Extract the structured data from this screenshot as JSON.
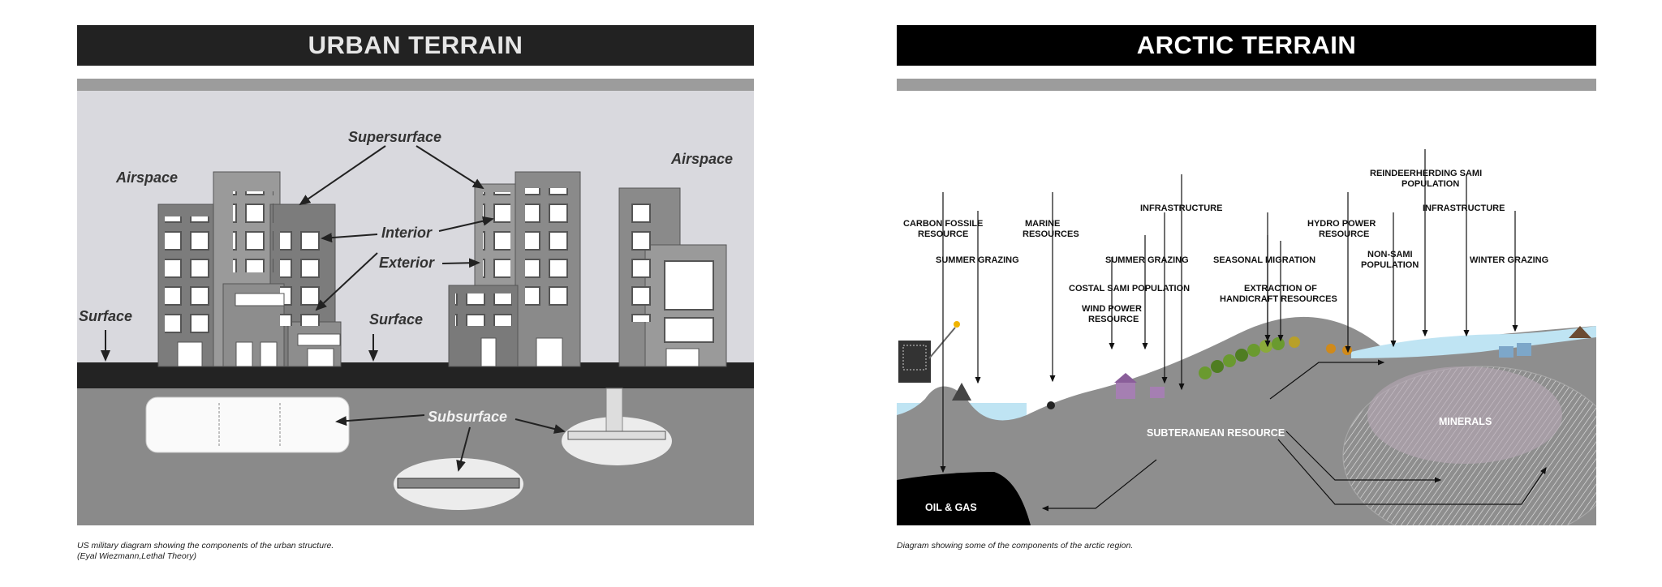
{
  "urban": {
    "title": "URBAN TERRAIN",
    "labels": {
      "supersurface": "Supersurface",
      "airspace_left": "Airspace",
      "airspace_right": "Airspace",
      "interior": "Interior",
      "exterior": "Exterior",
      "surface_left": "Surface",
      "surface_mid": "Surface",
      "subsurface": "Subsurface"
    },
    "caption_line1": "US military diagram showing the components of the urban structure.",
    "caption_line2": "(Eyal Wiezmann,Lethal Theory)"
  },
  "arctic": {
    "title": "ARCTIC TERRAIN",
    "labels": {
      "carbon_1": "CARBON FOSSILE",
      "carbon_2": "RESOURCE",
      "summer_grazing_left": "SUMMER GRAZING",
      "marine_1": "MARINE",
      "marine_2": "RESOURCES",
      "infrastructure_left": "INFRASTRUCTURE",
      "summer_grazing_mid": "SUMMER GRAZING",
      "costal_sami": "COSTAL SAMI POPULATION",
      "wind_1": "WIND POWER",
      "wind_2": "RESOURCE",
      "seasonal_migration": "SEASONAL MIGRATION",
      "extraction_1": "EXTRACTION OF",
      "extraction_2": "HANDICRAFT RESOURCES",
      "hydro_1": "HYDRO POWER",
      "hydro_2": "RESOURCE",
      "reindeer_1": "REINDEERHERDING SAMI",
      "reindeer_2": "POPULATION",
      "infrastructure_right": "INFRASTRUCTURE",
      "non_sami_1": "NON-SAMI",
      "non_sami_2": "POPULATION",
      "winter_grazing": "WINTER GRAZING",
      "subteranean": "SUBTERANEAN RESOURCE",
      "minerals": "MINERALS",
      "oil_gas": "OIL & GAS"
    },
    "caption": "Diagram showing some of the components of the arctic region."
  }
}
